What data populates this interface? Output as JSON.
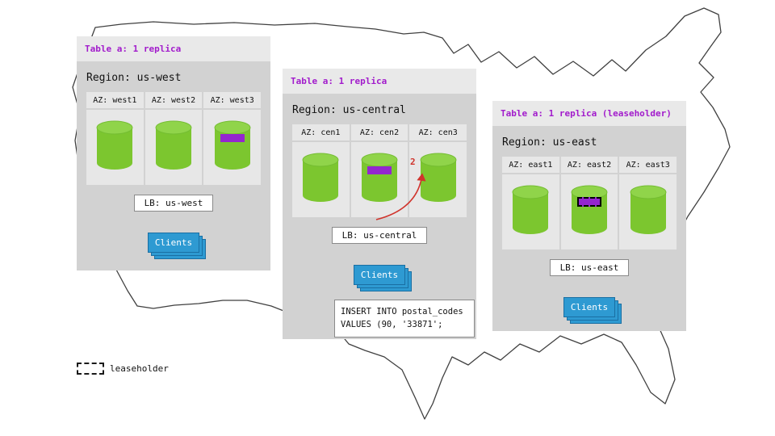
{
  "colors": {
    "cylinder_green": "#7cc62f",
    "cylinder_top_green": "#90d44a",
    "marker_purple": "#9426cf",
    "clients_blue": "#2e9ad2",
    "table_header_purple": "#a21ccc",
    "arrow_red": "#d0342c",
    "panel_gray": "#d2d2d2"
  },
  "regions": [
    {
      "id": "us-west",
      "table_label": "Table a: 1 replica",
      "region_label": "Region: us-west",
      "azs": [
        {
          "label": "AZ: west1",
          "marker": false,
          "leaseholder": false
        },
        {
          "label": "AZ: west2",
          "marker": false,
          "leaseholder": false
        },
        {
          "label": "AZ: west3",
          "marker": true,
          "leaseholder": false
        }
      ],
      "lb_label": "LB: us-west",
      "clients_label": "Clients"
    },
    {
      "id": "us-central",
      "table_label": "Table a: 1 replica",
      "region_label": "Region: us-central",
      "azs": [
        {
          "label": "AZ: cen1",
          "marker": false,
          "leaseholder": false
        },
        {
          "label": "AZ: cen2",
          "marker": true,
          "leaseholder": false
        },
        {
          "label": "AZ: cen3",
          "marker": false,
          "leaseholder": false
        }
      ],
      "lb_label": "LB: us-central",
      "clients_label": "Clients"
    },
    {
      "id": "us-east",
      "table_label": "Table a: 1 replica (leaseholder)",
      "region_label": "Region: us-east",
      "azs": [
        {
          "label": "AZ: east1",
          "marker": false,
          "leaseholder": false
        },
        {
          "label": "AZ: east2",
          "marker": true,
          "leaseholder": true
        },
        {
          "label": "AZ: east3",
          "marker": false,
          "leaseholder": false
        }
      ],
      "lb_label": "LB: us-east",
      "clients_label": "Clients"
    }
  ],
  "sql": {
    "line1": "INSERT INTO postal_codes",
    "line2": "VALUES (90, '33871';"
  },
  "arrow": {
    "label": "2"
  },
  "legend": {
    "label": "leaseholder"
  }
}
